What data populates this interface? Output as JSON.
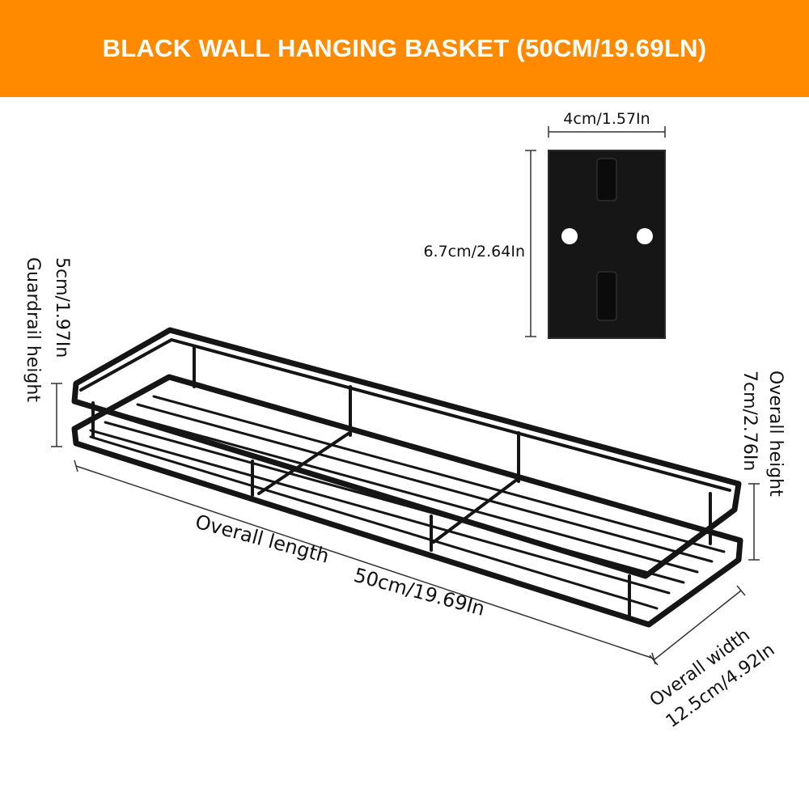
{
  "banner": {
    "title": "BLACK WALL HANGING BASKET (50CM/19.69LN)",
    "color": "#ff8a00"
  },
  "colors": {
    "metal": "#151515",
    "dimension_line": "#333333"
  },
  "hook": {
    "width_label": "4cm/1.57In",
    "height_label": "6.7cm/2.64In"
  },
  "dimensions": {
    "guardrail_value": "5cm/1.97In",
    "guardrail_name": "Guardrail height",
    "overall_height_name": "Overall height",
    "overall_height_value": "7cm/2.76In",
    "length_name": "Overall length",
    "length_value": "50cm/19.69In",
    "width_name": "Overall width",
    "width_value": "12.5cm/4.92In"
  }
}
